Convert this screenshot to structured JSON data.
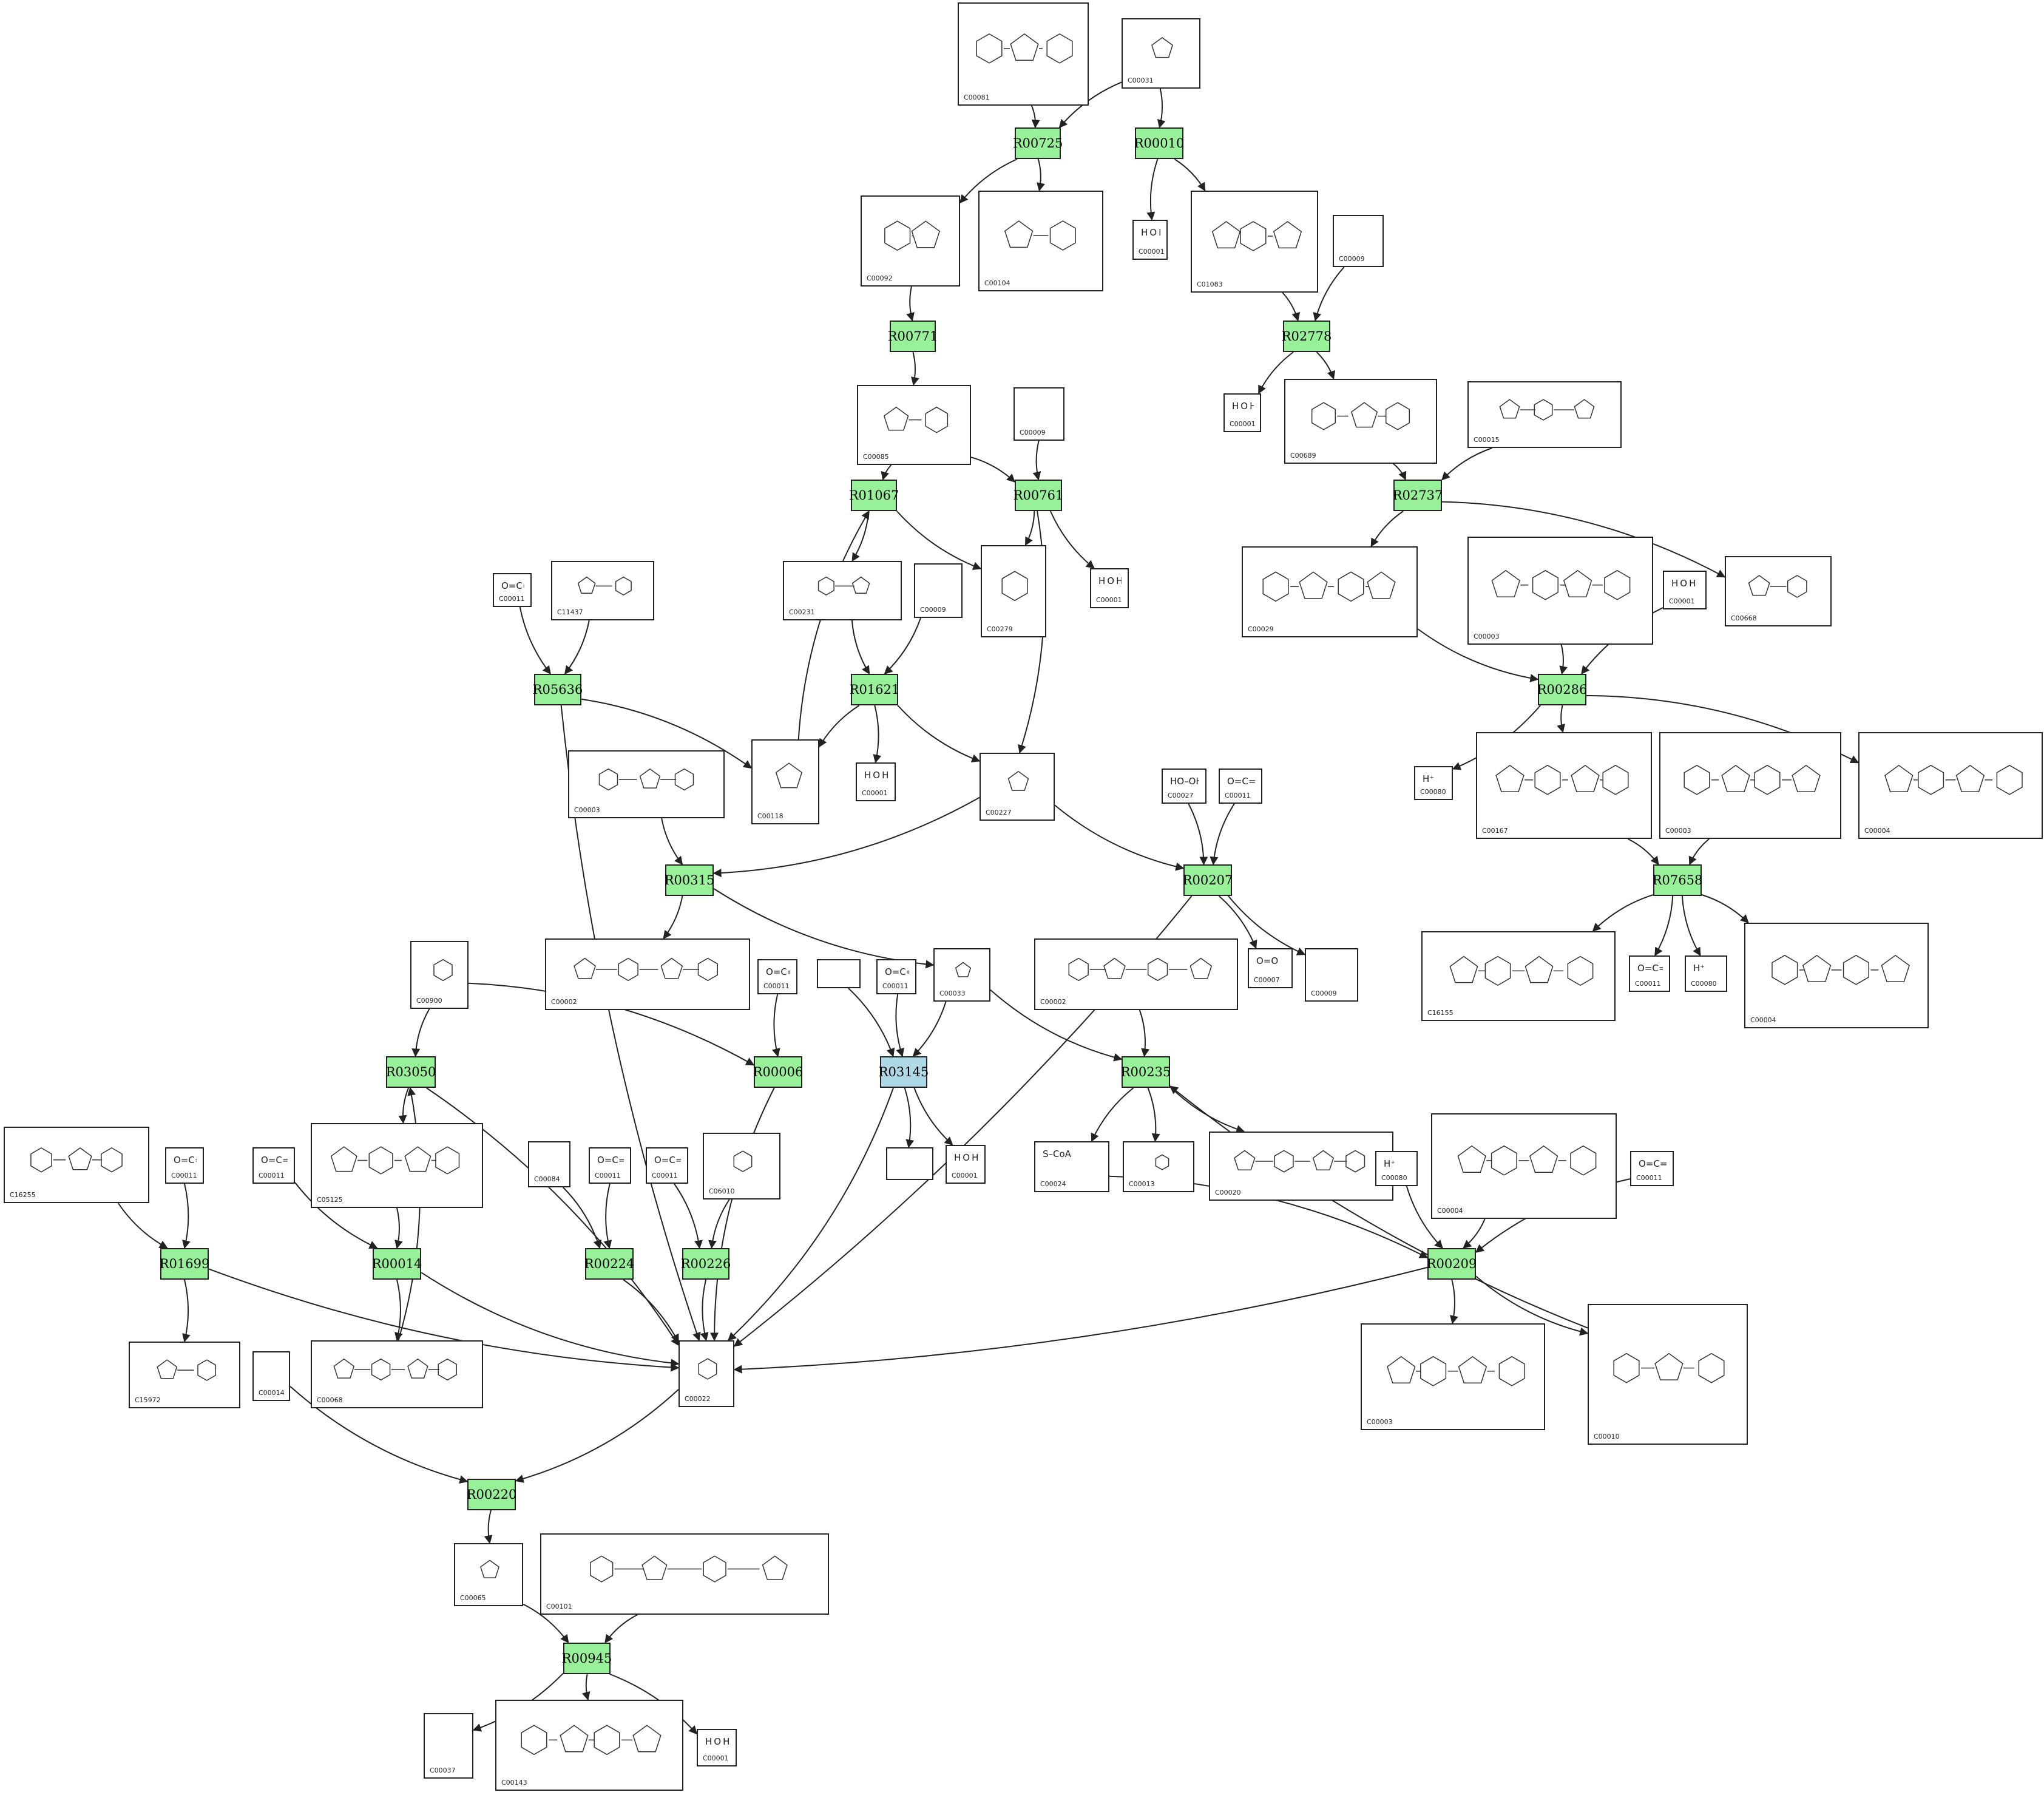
{
  "colors": {
    "reaction": "#98f098",
    "reaction_highlight": "#add8e6",
    "edge": "#222222"
  },
  "reactions": [
    {
      "id": "R00725",
      "label": "R00725"
    },
    {
      "id": "R00010",
      "label": "R00010"
    },
    {
      "id": "R00771",
      "label": "R00771"
    },
    {
      "id": "R02778",
      "label": "R02778"
    },
    {
      "id": "R01067",
      "label": "R01067"
    },
    {
      "id": "R00761",
      "label": "R00761"
    },
    {
      "id": "R02737",
      "label": "R02737"
    },
    {
      "id": "R05636",
      "label": "R05636"
    },
    {
      "id": "R01621",
      "label": "R01621"
    },
    {
      "id": "R00286",
      "label": "R00286"
    },
    {
      "id": "R00315",
      "label": "R00315"
    },
    {
      "id": "R00207",
      "label": "R00207"
    },
    {
      "id": "R07658",
      "label": "R07658"
    },
    {
      "id": "R03050",
      "label": "R03050"
    },
    {
      "id": "R00006",
      "label": "R00006"
    },
    {
      "id": "R03145",
      "label": "R03145",
      "highlight": true
    },
    {
      "id": "R00235",
      "label": "R00235"
    },
    {
      "id": "R01699",
      "label": "R01699"
    },
    {
      "id": "R00014",
      "label": "R00014"
    },
    {
      "id": "R00224",
      "label": "R00224"
    },
    {
      "id": "R00226",
      "label": "R00226"
    },
    {
      "id": "R00209",
      "label": "R00209"
    },
    {
      "id": "R00220",
      "label": "R00220"
    },
    {
      "id": "R00945",
      "label": "R00945"
    }
  ],
  "compounds": [
    {
      "key": "c00081_top",
      "id": "C00081",
      "formula": ""
    },
    {
      "key": "c00031_top",
      "id": "C00031",
      "formula": ""
    },
    {
      "key": "c00092",
      "id": "C00092",
      "formula": ""
    },
    {
      "key": "c00104",
      "id": "C00104",
      "formula": ""
    },
    {
      "key": "c00001_a",
      "id": "C00001",
      "formula": "H O H"
    },
    {
      "key": "c01083",
      "id": "C01083",
      "formula": ""
    },
    {
      "key": "c00009_a",
      "id": "C00009",
      "formula": ""
    },
    {
      "key": "c00085",
      "id": "C00085",
      "formula": ""
    },
    {
      "key": "c00009_b",
      "id": "C00009",
      "formula": ""
    },
    {
      "key": "c00001_b",
      "id": "C00001",
      "formula": "H O H"
    },
    {
      "key": "c00689",
      "id": "C00689",
      "formula": ""
    },
    {
      "key": "c00015",
      "id": "C00015",
      "formula": ""
    },
    {
      "key": "c00011_a",
      "id": "C00011",
      "formula": "O=C=O"
    },
    {
      "key": "c11437",
      "id": "C11437",
      "formula": ""
    },
    {
      "key": "c00231",
      "id": "C00231",
      "formula": ""
    },
    {
      "key": "c00009_c",
      "id": "C00009",
      "formula": ""
    },
    {
      "key": "c00279",
      "id": "C00279",
      "formula": ""
    },
    {
      "key": "c00001_c",
      "id": "C00001",
      "formula": "H O H"
    },
    {
      "key": "c00029",
      "id": "C00029",
      "formula": ""
    },
    {
      "key": "c00003_a",
      "id": "C00003",
      "formula": ""
    },
    {
      "key": "c00001_d",
      "id": "C00001",
      "formula": "H O H"
    },
    {
      "key": "c00668",
      "id": "C00668",
      "formula": ""
    },
    {
      "key": "c00003_b",
      "id": "C00003",
      "formula": ""
    },
    {
      "key": "c00118",
      "id": "C00118",
      "formula": ""
    },
    {
      "key": "c00001_e",
      "id": "C00001",
      "formula": "H O H"
    },
    {
      "key": "c00227",
      "id": "C00227",
      "formula": ""
    },
    {
      "key": "c00080_a",
      "id": "C00080",
      "formula": "H⁺"
    },
    {
      "key": "c00167",
      "id": "C00167",
      "formula": ""
    },
    {
      "key": "c00003_c",
      "id": "C00003",
      "formula": ""
    },
    {
      "key": "c00004_a",
      "id": "C00004",
      "formula": ""
    },
    {
      "key": "c00027",
      "id": "C00027",
      "formula": "HO–OH"
    },
    {
      "key": "c00011_b",
      "id": "C00011",
      "formula": "O=C=O"
    },
    {
      "key": "c00900",
      "id": "C00900",
      "formula": ""
    },
    {
      "key": "c00002_a",
      "id": "C00002",
      "formula": ""
    },
    {
      "key": "c00011_c",
      "id": "C00011",
      "formula": "O=C=O"
    },
    {
      "key": "blank_a",
      "id": "",
      "formula": ""
    },
    {
      "key": "c00011_d",
      "id": "C00011",
      "formula": "O=C=O"
    },
    {
      "key": "c00033",
      "id": "C00033",
      "formula": ""
    },
    {
      "key": "c00002_b",
      "id": "C00002",
      "formula": ""
    },
    {
      "key": "c00007",
      "id": "C00007",
      "formula": "O=O"
    },
    {
      "key": "c00009_d",
      "id": "C00009",
      "formula": ""
    },
    {
      "key": "c16155",
      "id": "C16155",
      "formula": ""
    },
    {
      "key": "c00011_e",
      "id": "C00011",
      "formula": "O=C=O"
    },
    {
      "key": "c00080_b",
      "id": "C00080",
      "formula": "H⁺"
    },
    {
      "key": "c00004_b",
      "id": "C00004",
      "formula": ""
    },
    {
      "key": "c05125",
      "id": "C05125",
      "formula": ""
    },
    {
      "key": "c16255",
      "id": "C16255",
      "formula": ""
    },
    {
      "key": "c00011_f",
      "id": "C00011",
      "formula": "O=C=O"
    },
    {
      "key": "c00011_g",
      "id": "C00011",
      "formula": "O=C=O"
    },
    {
      "key": "c00084",
      "id": "C00084",
      "formula": ""
    },
    {
      "key": "c00011_h",
      "id": "C00011",
      "formula": "O=C=O"
    },
    {
      "key": "c00011_i",
      "id": "C00011",
      "formula": "O=C=O"
    },
    {
      "key": "c06010",
      "id": "C06010",
      "formula": ""
    },
    {
      "key": "blank_b",
      "id": "",
      "formula": ""
    },
    {
      "key": "c00001_f",
      "id": "C00001",
      "formula": "H O H"
    },
    {
      "key": "c00024",
      "id": "C00024",
      "formula": "S–CoA"
    },
    {
      "key": "c00013",
      "id": "C00013",
      "formula": ""
    },
    {
      "key": "c00020",
      "id": "C00020",
      "formula": ""
    },
    {
      "key": "c00080_c",
      "id": "C00080",
      "formula": "H⁺"
    },
    {
      "key": "c00004_c",
      "id": "C00004",
      "formula": ""
    },
    {
      "key": "c00011_j",
      "id": "C00011",
      "formula": "O=C=O"
    },
    {
      "key": "c15972",
      "id": "C15972",
      "formula": ""
    },
    {
      "key": "c00014",
      "id": "C00014",
      "formula": ""
    },
    {
      "key": "c00068",
      "id": "C00068",
      "formula": ""
    },
    {
      "key": "c00022",
      "id": "C00022",
      "formula": ""
    },
    {
      "key": "c00003_d",
      "id": "C00003",
      "formula": ""
    },
    {
      "key": "c00010",
      "id": "C00010",
      "formula": ""
    },
    {
      "key": "c00065",
      "id": "C00065",
      "formula": ""
    },
    {
      "key": "c00101",
      "id": "C00101",
      "formula": ""
    },
    {
      "key": "c00037",
      "id": "C00037",
      "formula": ""
    },
    {
      "key": "c00143",
      "id": "C00143",
      "formula": ""
    },
    {
      "key": "c00001_g",
      "id": "C00001",
      "formula": "H O H"
    }
  ]
}
